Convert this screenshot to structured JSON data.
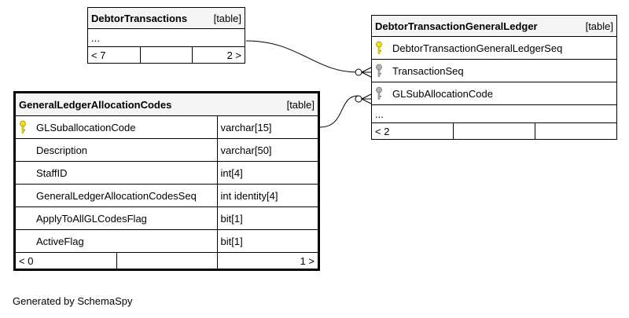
{
  "tables": {
    "debtor_transactions": {
      "name": "DebtorTransactions",
      "kind": "[table]",
      "ellipsis": "...",
      "footer_left": "< 7",
      "footer_right": "2 >"
    },
    "dtgl": {
      "name": "DebtorTransactionGeneralLedger",
      "kind": "[table]",
      "columns": [
        {
          "name": "DebtorTransactionGeneralLedgerSeq",
          "key": "primary"
        },
        {
          "name": "TransactionSeq",
          "key": "foreign"
        },
        {
          "name": "GLSubAllocationCode",
          "key": "foreign"
        }
      ],
      "ellipsis": "...",
      "footer_left": "< 2"
    },
    "glac": {
      "name": "GeneralLedgerAllocationCodes",
      "kind": "[table]",
      "columns": [
        {
          "name": "GLSuballocationCode",
          "type": "varchar[15]",
          "key": "primary"
        },
        {
          "name": "Description",
          "type": "varchar[50]",
          "key": "none"
        },
        {
          "name": "StaffID",
          "type": "int[4]",
          "key": "none"
        },
        {
          "name": "GeneralLedgerAllocationCodesSeq",
          "type": "int identity[4]",
          "key": "none"
        },
        {
          "name": "ApplyToAllGLCodesFlag",
          "type": "bit[1]",
          "key": "none"
        },
        {
          "name": "ActiveFlag",
          "type": "bit[1]",
          "key": "none"
        }
      ],
      "footer_left": "< 0",
      "footer_right": "1 >"
    }
  },
  "colors": {
    "primary_key": "#f2e600",
    "foreign_key": "#b0b0b0",
    "header_bg": "#f5f5f5"
  },
  "footer_text": "Generated by SchemaSpy"
}
